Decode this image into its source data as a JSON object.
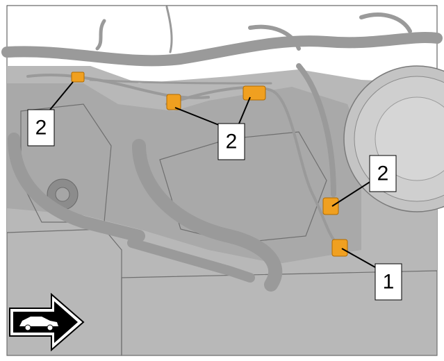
{
  "callouts": [
    {
      "id": "c2a",
      "label": "2"
    },
    {
      "id": "c2b",
      "label": "2"
    },
    {
      "id": "c2c",
      "label": "2"
    },
    {
      "id": "c1",
      "label": "1"
    }
  ],
  "colors": {
    "background": "#ffffff",
    "engine_gray": "#b5b5b5",
    "engine_dark": "#8e8e8e",
    "clip": "#f0a020",
    "callout_border": "#000000"
  },
  "icons": [
    "front-of-vehicle-arrow-icon",
    "car-icon"
  ]
}
